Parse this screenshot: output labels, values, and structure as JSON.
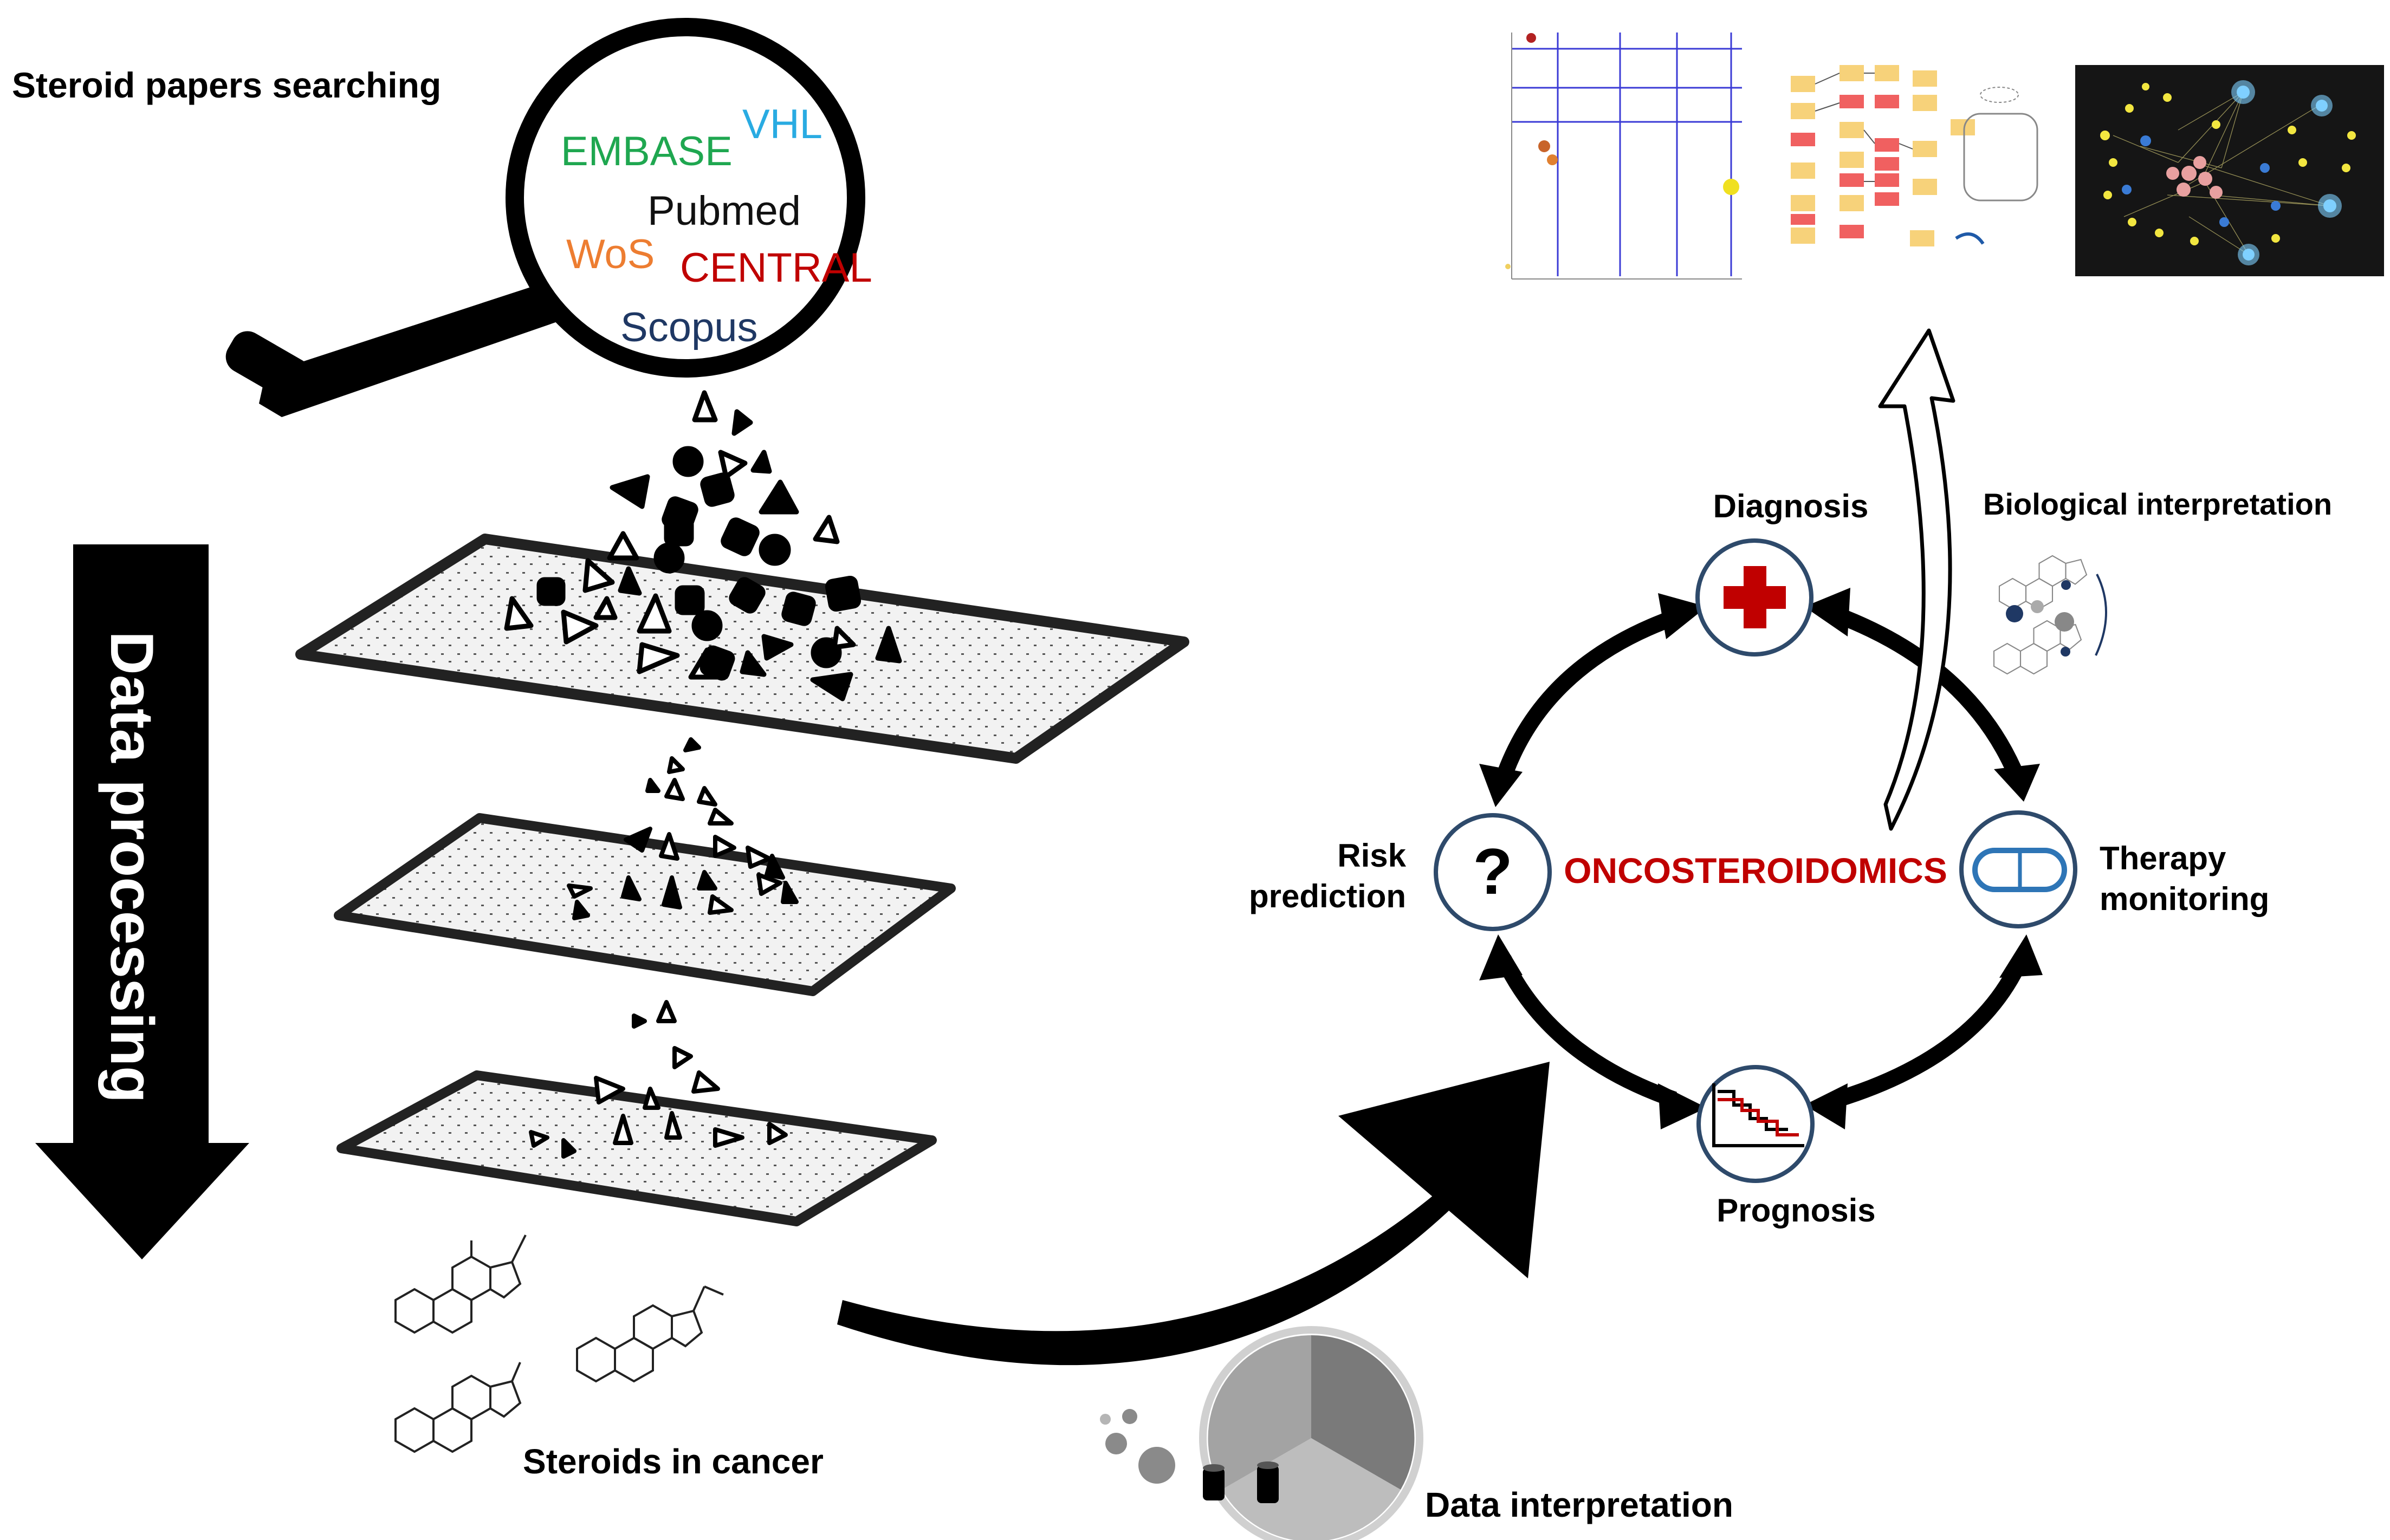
{
  "titles": {
    "search": "Steroid papers searching",
    "processing": "Data processing",
    "steroids": "Steroids in cancer",
    "interpretation": "Data interpretation",
    "bio_interpretation": "Biological interpretation",
    "center": "ONCOSTEROIDOMICS"
  },
  "databases": [
    {
      "name": "EMBASE",
      "color": "#1fa750"
    },
    {
      "name": "VHL",
      "color": "#29abe2"
    },
    {
      "name": "Pubmed",
      "color": "#111111"
    },
    {
      "name": "WoS",
      "color": "#ed7d31"
    },
    {
      "name": "CENTRAL",
      "color": "#c00000"
    },
    {
      "name": "Scopus",
      "color": "#1f3864"
    }
  ],
  "cycle": {
    "diagnosis": "Diagnosis",
    "risk_line1": "Risk",
    "risk_line2": "prediction",
    "therapy_line1": "Therapy",
    "therapy_line2": "monitoring",
    "prognosis": "Prognosis",
    "question_mark": "?"
  },
  "colors": {
    "red": "#c00000",
    "navy": "#2e4a6b",
    "pill_blue": "#2e75b6",
    "dark": "#000000"
  },
  "icons": [
    "magnifier-icon",
    "cross-icon",
    "question-icon",
    "pill-icon",
    "survival-curve-icon",
    "pie-cycle-icon",
    "database-icon",
    "gear-icon",
    "steroid-structure-icon",
    "pathway-plot-thumbnail",
    "pathway-diagram-thumbnail",
    "network-thumbnail"
  ]
}
